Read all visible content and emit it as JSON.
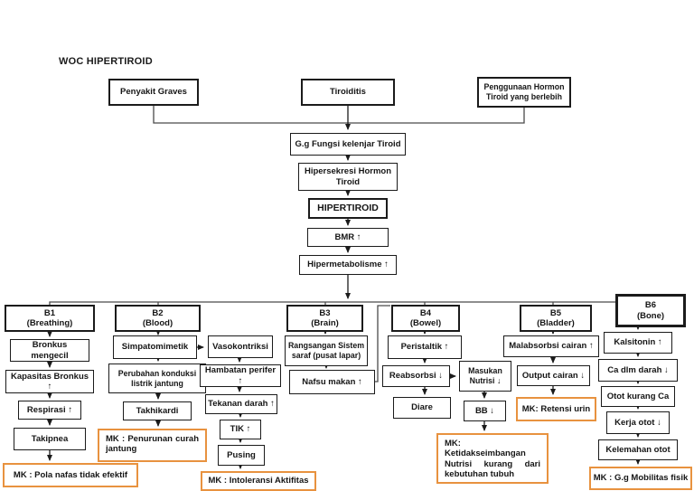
{
  "title": "WOC HIPERTIROID",
  "colors": {
    "box_border": "#1b1b1b",
    "mk_border": "#E8923F",
    "background": "#ffffff"
  },
  "nodes": {
    "penyakit_graves": "Penyakit Graves",
    "tiroiditis": "Tiroiditis",
    "penggunaan_hormon": "Penggunaan Hormon\nTiroid yang berlebih",
    "gg_fungsi": "G.g Fungsi kelenjar Tiroid",
    "hipersekresi": "Hipersekresi Hormon\nTiroid",
    "hipertiroid": "HIPERTIROID",
    "bmr": "BMR ↑",
    "hipermetabolisme": "Hipermetabolisme ↑",
    "b1": "B1\n(Breathing)",
    "b2": "B2\n(Blood)",
    "b3": "B3\n(Brain)",
    "b4": "B4\n(Bowel)",
    "b5": "B5\n(Bladder)",
    "b6": "B6\n(Bone)",
    "bronkus_mengecil": "Bronkus mengecil",
    "kapasitas_bronkus": "Kapasitas Bronkus ↑",
    "respirasi": "Respirasi ↑",
    "takipnea": "Takipnea",
    "mk_pola_nafas": "MK : Pola nafas tidak efektif",
    "simpatomimetik": "Simpatomimetik",
    "perubahan_konduksi": "Perubahan konduksi\nlistrik jantung",
    "takhikardi": "Takhikardi",
    "mk_penurunan_curah": "MK : Penurunan curah jantung",
    "vasokontriksi": "Vasokontriksi",
    "hambatan_perifer": "Hambatan perifer ↑",
    "tekanan_darah": "Tekanan darah ↑",
    "tik": "TIK ↑",
    "pusing": "Pusing",
    "mk_intoleransi": "MK : Intoleransi Aktifitas",
    "rangsangan_saraf": "Rangsangan Sistem\nsaraf (pusat lapar)",
    "nafsu_makan": "Nafsu makan ↑",
    "peristaltik": "Peristaltik ↑",
    "reabsorbsi": "Reabsorbsi ↓",
    "diare": "Diare",
    "masukan_nutrisi": "Masukan\nNutrisi ↓",
    "bb": "BB ↓",
    "mk_nutrisi": "MK: Ketidakseimbangan Nutrisi kurang dari kebutuhan tubuh",
    "malabsorbsi_cairan": "Malabsorbsi cairan ↑",
    "output_cairan": "Output cairan ↓",
    "mk_retensi_urin": "MK: Retensi urin",
    "kalsitonin": "Kalsitonin ↑",
    "ca_dlm_darah": "Ca dlm darah ↓",
    "otot_kurang_ca": "Otot kurang Ca",
    "kerja_otot": "Kerja otot ↓",
    "kelemahan_otot": "Kelemahan otot",
    "mk_mobilitas": "MK : G.g Mobilitas fisik"
  }
}
